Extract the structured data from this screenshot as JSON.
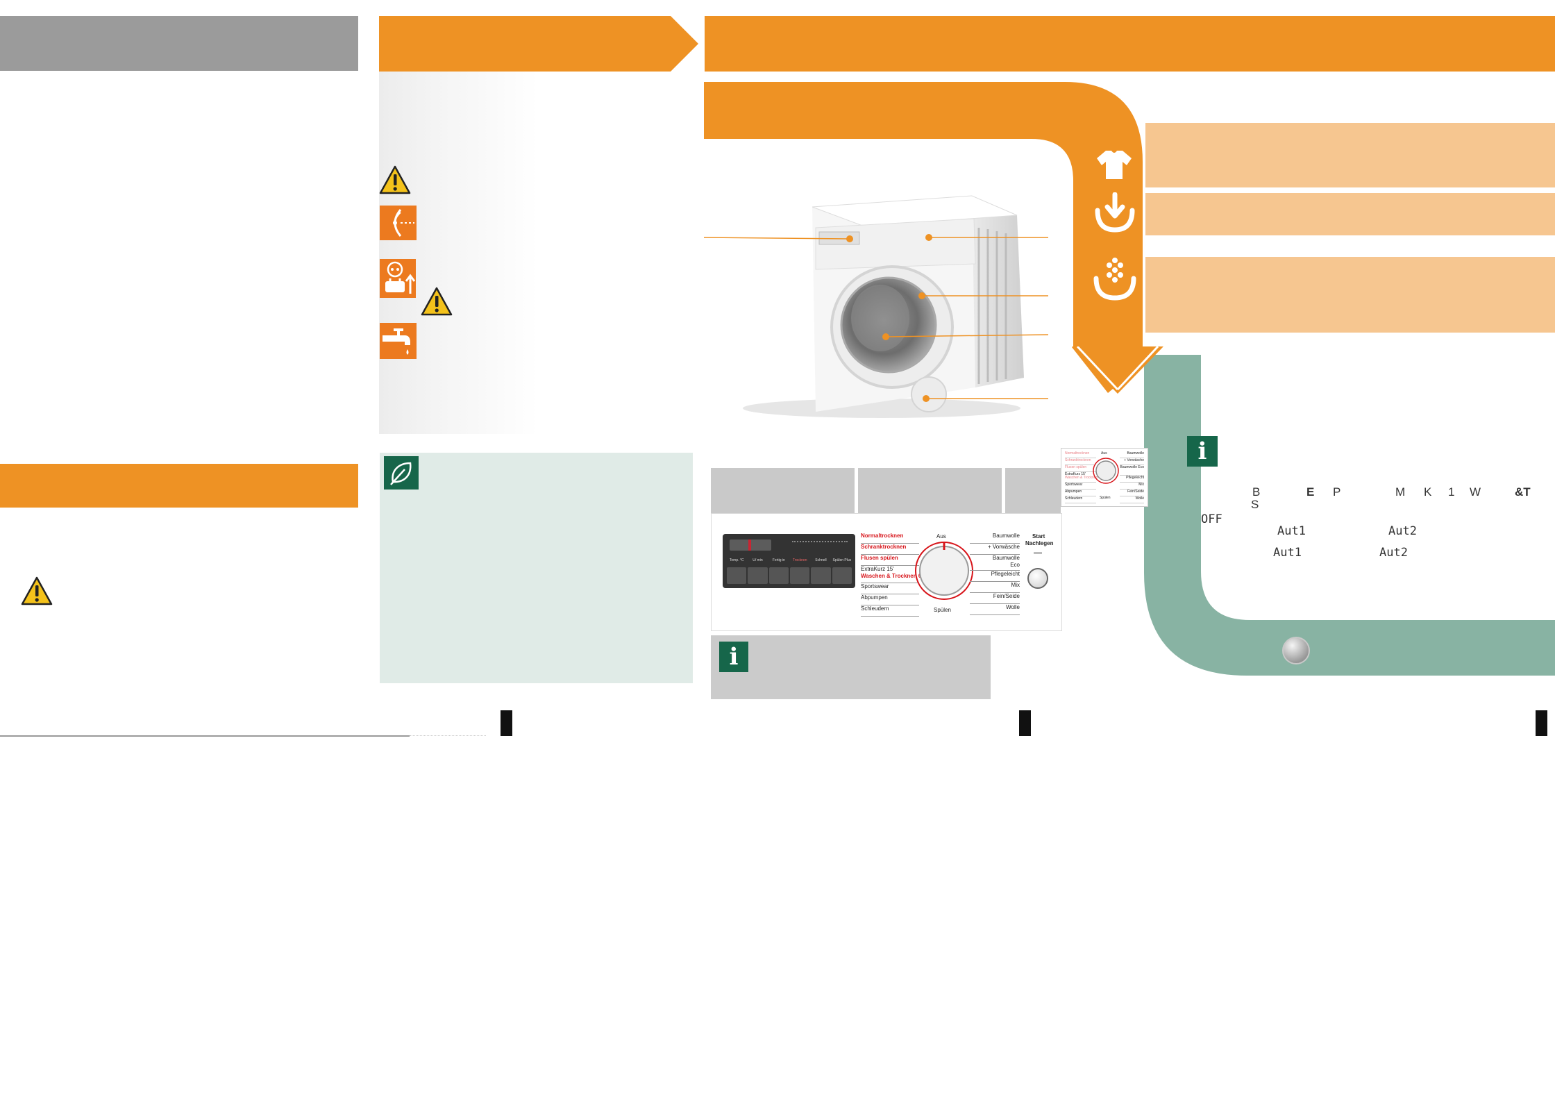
{
  "colors": {
    "orange": "#ee9224",
    "grey_header": "#9b9b9b",
    "eco_panel": "#e0ebe7",
    "info_green": "#16664a",
    "teal_flow": "#88b3a3",
    "peach": "#f6c690",
    "panel_red": "#d7141a"
  },
  "icons": {
    "warning": "warning-triangle-icon",
    "eye": "eye-hazard-icon",
    "power_plug": "power-plug-icon",
    "water_tap": "water-tap-icon",
    "eco_leaf": "eco-leaf-icon",
    "info": "info-icon",
    "laundry_shirt": "shirt-icon",
    "detergent_load": "detergent-arrow-icon",
    "select_program": "program-dial-icon"
  },
  "info_glyph": "i",
  "control_panel": {
    "left_programs": [
      "Normaltrocknen",
      "Schranktrocknen",
      "Flusen spülen",
      "ExtraKurz 15'",
      "Waschen & Trocknen 60'",
      "Sportswear",
      "Abpumpen",
      "Schleudern"
    ],
    "left_red": [
      true,
      true,
      true,
      false,
      true,
      false,
      false,
      false
    ],
    "right_programs": [
      "Baumwolle",
      "+ Vorwäsche",
      "Baumwolle",
      "Eco",
      "Pflegeleicht",
      "Mix",
      "Fein/Seide",
      "Wolle"
    ],
    "top_label": "Aus",
    "bottom_label": "Spülen",
    "start_label_1": "Start",
    "start_label_2": "Nachlegen",
    "display_buttons": [
      "Temp. °C",
      "U/ min",
      "Fertig in",
      "Trocknen",
      "Schnell",
      "Spülen Plus"
    ]
  },
  "side_panel": {
    "left_programs": [
      "Normaltrocknen",
      "Schranktrocknen",
      "Flusen spülen",
      "ExtraKurz 15'",
      "Waschen & Trocknen 60'",
      "Sportswear",
      "Abpumpen",
      "Schleudern"
    ],
    "right_programs": [
      "Baumwolle",
      "+ Vorwäsche",
      "Baumwolle Eco",
      "Pflegeleicht",
      "Mix",
      "Fein/Seide",
      "Wolle"
    ],
    "top_label": "Aus",
    "bottom_label": "Spülen"
  },
  "display_codes": {
    "letters_row1": [
      "B",
      "E",
      "P",
      "M",
      "K",
      "1",
      "W",
      "&T"
    ],
    "letter_s": "S",
    "off": "OFF",
    "aut1_a": "Aut1",
    "aut2_a": "Aut2",
    "aut1_b": "Aut1",
    "aut2_b": "Aut2"
  }
}
